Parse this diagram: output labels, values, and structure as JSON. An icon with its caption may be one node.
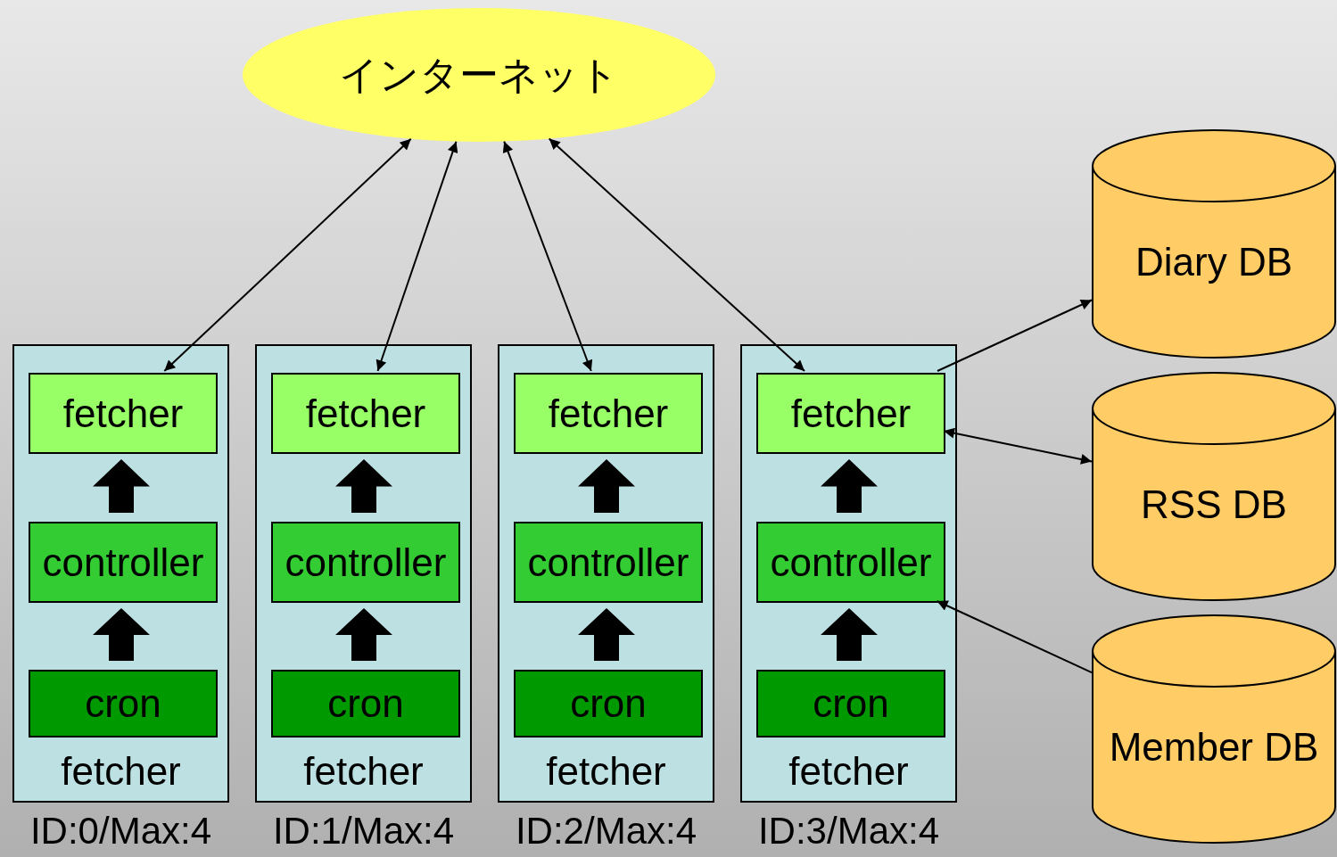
{
  "diagram": {
    "nodes": [
      {
        "text": [
          "インターネット"
        ]
      },
      {
        "text": [
          "fetcher"
        ],
        "beside": [
          "ID:0/Max:4"
        ]
      },
      {
        "text": [
          "fetcher"
        ],
        "in": 1
      },
      {
        "text": [
          "controller"
        ],
        "in": 1
      },
      {
        "text": [
          "cron"
        ],
        "in": 1
      },
      {
        "text": [
          "fetcher"
        ],
        "beside": [
          "ID:1/Max:4"
        ]
      },
      {
        "text": [
          "fetcher"
        ],
        "in": 5
      },
      {
        "text": [
          "controller"
        ],
        "in": 5
      },
      {
        "text": [
          "cron"
        ],
        "in": 5
      },
      {
        "text": [
          "fetcher"
        ],
        "beside": [
          "ID:2/Max:4"
        ]
      },
      {
        "text": [
          "fetcher"
        ],
        "in": 9
      },
      {
        "text": [
          "controller"
        ],
        "in": 9
      },
      {
        "text": [
          "cron"
        ],
        "in": 9
      },
      {
        "text": [
          "fetcher"
        ],
        "beside": [
          "ID:3/Max:4"
        ]
      },
      {
        "text": [
          "fetcher"
        ],
        "in": 13
      },
      {
        "text": [
          "controller"
        ],
        "in": 13
      },
      {
        "text": [
          "cron"
        ],
        "in": 13
      },
      {
        "text": [
          "Diary DB"
        ]
      },
      {
        "text": [
          "RSS DB"
        ]
      },
      {
        "text": [
          "Member DB"
        ]
      }
    ],
    "edges": [
      {
        "from": 0,
        "to": 2,
        "arrow": "both"
      },
      {
        "from": 0,
        "to": 6,
        "arrow": "both"
      },
      {
        "from": 0,
        "to": 10,
        "arrow": "both"
      },
      {
        "from": 0,
        "to": 14,
        "arrow": "both"
      },
      {
        "from": 4,
        "to": 3,
        "arrow": "to",
        "style": "thick"
      },
      {
        "from": 3,
        "to": 2,
        "arrow": "to",
        "style": "thick"
      },
      {
        "from": 8,
        "to": 7,
        "arrow": "to",
        "style": "thick"
      },
      {
        "from": 7,
        "to": 6,
        "arrow": "to",
        "style": "thick"
      },
      {
        "from": 12,
        "to": 11,
        "arrow": "to",
        "style": "thick"
      },
      {
        "from": 11,
        "to": 10,
        "arrow": "to",
        "style": "thick"
      },
      {
        "from": 16,
        "to": 15,
        "arrow": "to",
        "style": "thick"
      },
      {
        "from": 15,
        "to": 14,
        "arrow": "to",
        "style": "thick"
      },
      {
        "from": 14,
        "to": 17,
        "arrow": "to"
      },
      {
        "from": 14,
        "to": 18,
        "arrow": "both"
      },
      {
        "from": 19,
        "to": 15,
        "arrow": "to"
      }
    ]
  }
}
